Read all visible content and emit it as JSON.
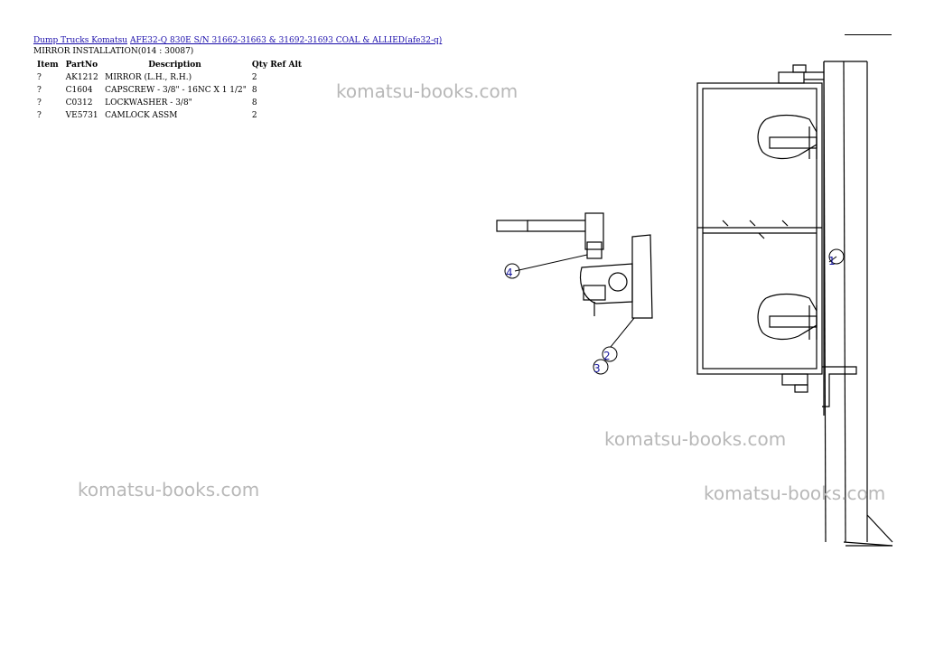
{
  "breadcrumb": {
    "link1": "Dump Trucks Komatsu",
    "link2": "AFE32-Q 830E S/N 31662-31663 & 31692-31693 COAL & ALLIED(afe32-q)"
  },
  "section_title": "MIRROR INSTALLATION(014 : 30087)",
  "table": {
    "headers": [
      "Item",
      "PartNo",
      "Description",
      "Qty",
      "Ref",
      "Alt"
    ],
    "rows": [
      {
        "item": "?",
        "partno": "AK1212",
        "description": "MIRROR (L.H., R.H.)",
        "qty": "2"
      },
      {
        "item": "?",
        "partno": "C1604",
        "description": "CAPSCREW - 3/8\" - 16NC X 1 1/2\"",
        "qty": "8"
      },
      {
        "item": "?",
        "partno": "C0312",
        "description": "LOCKWASHER - 3/8\"",
        "qty": "8"
      },
      {
        "item": "?",
        "partno": "VE5731",
        "description": "CAMLOCK ASSM",
        "qty": "2"
      }
    ]
  },
  "watermark": "komatsu-books.com",
  "callouts": [
    "1",
    "2",
    "3",
    "4"
  ],
  "colors": {
    "link": "#1a0dab",
    "watermark": "#b8b8b8",
    "callout": "#1a1aa0"
  }
}
